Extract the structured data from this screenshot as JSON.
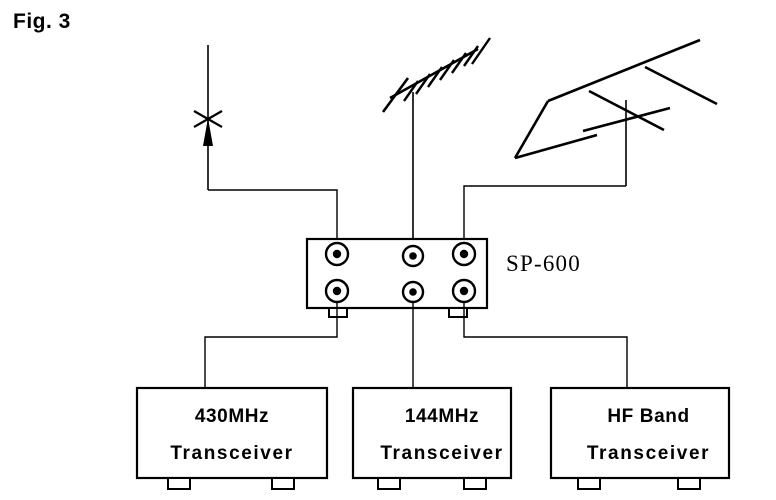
{
  "figure": {
    "label": "Fig. 3",
    "caption_position": "top-left"
  },
  "unit": {
    "name": "SP-600",
    "label_position": "right-of-box",
    "connector_count": 6,
    "connector_rows": 2,
    "connector_columns": 3,
    "top_ports": [
      "antenna-port-1",
      "antenna-port-2",
      "antenna-port-3"
    ],
    "bottom_ports": [
      "transceiver-port-1",
      "transceiver-port-2",
      "transceiver-port-3"
    ]
  },
  "antennas": [
    {
      "id": "whip-antenna",
      "type": "vertical-whip",
      "position": "left",
      "connects_to": "antenna-port-1"
    },
    {
      "id": "yagi-antenna-uhf",
      "type": "yagi-multi-element",
      "position": "center",
      "connects_to": "antenna-port-2"
    },
    {
      "id": "beam-antenna-hf",
      "type": "hf-beam-three-element",
      "position": "right",
      "connects_to": "antenna-port-3"
    }
  ],
  "transceivers": [
    {
      "id": "transceiver-430",
      "line1": "430MHz",
      "line2": "Transceiver",
      "connects_to": "transceiver-port-1"
    },
    {
      "id": "transceiver-144",
      "line1": "144MHz",
      "line2": "Transceiver",
      "connects_to": "transceiver-port-2"
    },
    {
      "id": "transceiver-hf",
      "line1": "HF Band",
      "line2": "Transceiver",
      "connects_to": "transceiver-port-3"
    }
  ],
  "colors": {
    "line": "#000000",
    "background": "#ffffff",
    "text": "#000000"
  }
}
